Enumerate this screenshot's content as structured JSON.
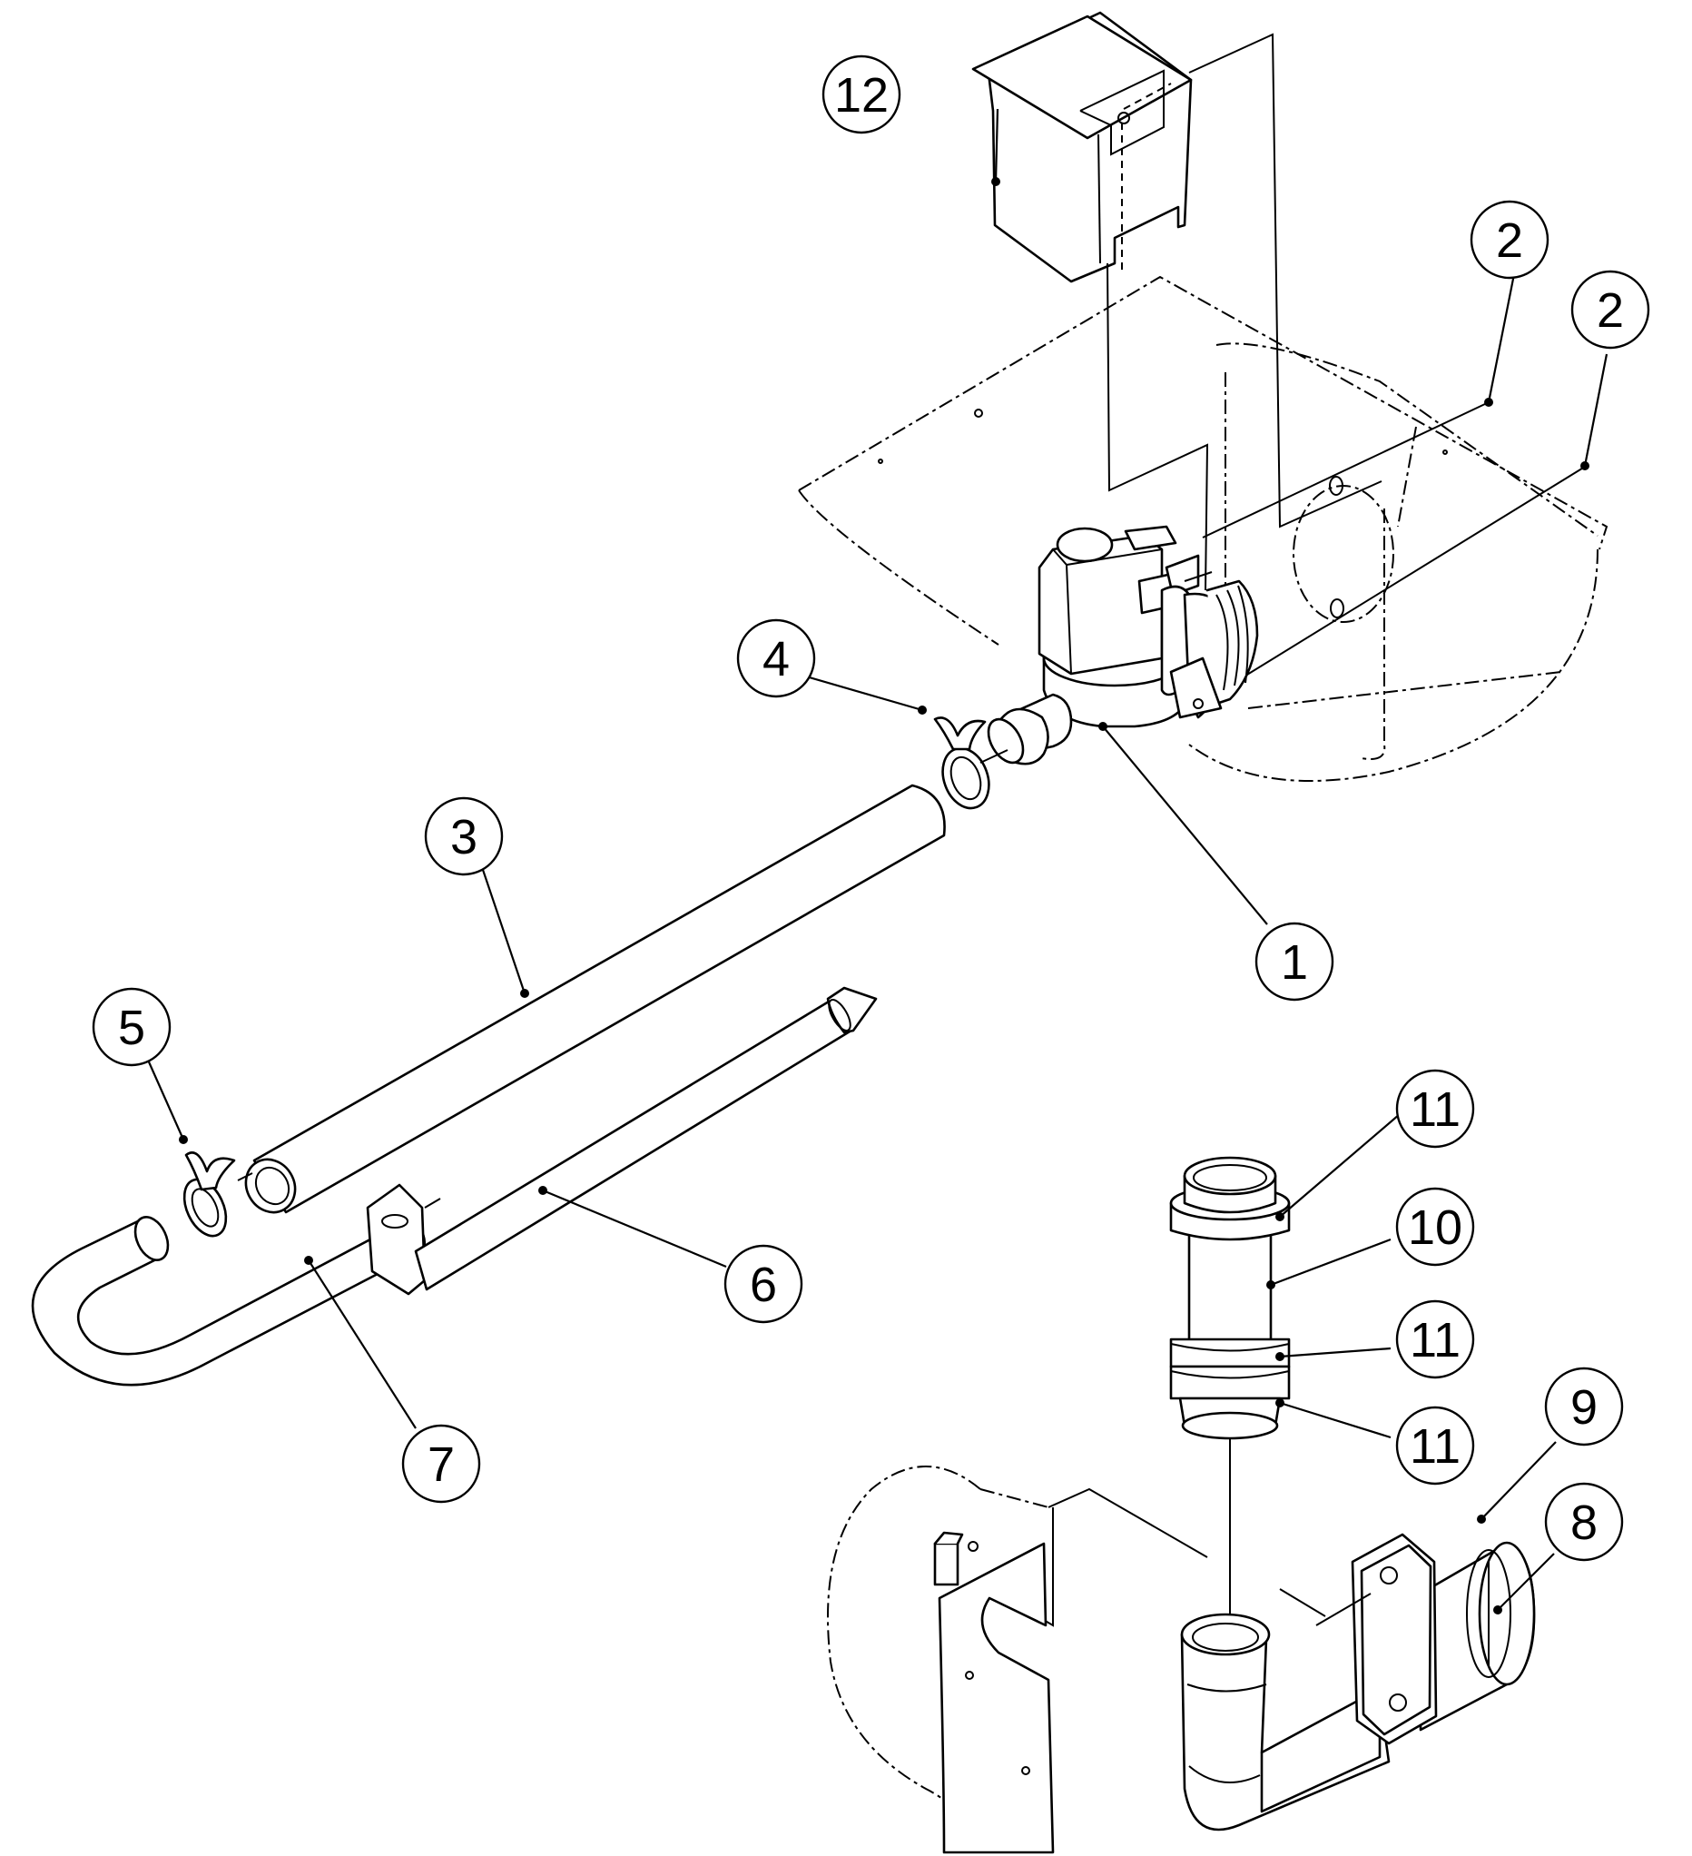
{
  "callouts": [
    {
      "id": "1",
      "label": "1"
    },
    {
      "id": "2a",
      "label": "2"
    },
    {
      "id": "2b",
      "label": "2"
    },
    {
      "id": "3",
      "label": "3"
    },
    {
      "id": "4",
      "label": "4"
    },
    {
      "id": "5",
      "label": "5"
    },
    {
      "id": "6",
      "label": "6"
    },
    {
      "id": "7",
      "label": "7"
    },
    {
      "id": "8",
      "label": "8"
    },
    {
      "id": "9",
      "label": "9"
    },
    {
      "id": "10",
      "label": "10"
    },
    {
      "id": "11a",
      "label": "11"
    },
    {
      "id": "11b",
      "label": "11"
    },
    {
      "id": "11c",
      "label": "11"
    },
    {
      "id": "12",
      "label": "12"
    }
  ],
  "colors": {
    "line": "#000000",
    "background": "#ffffff"
  }
}
